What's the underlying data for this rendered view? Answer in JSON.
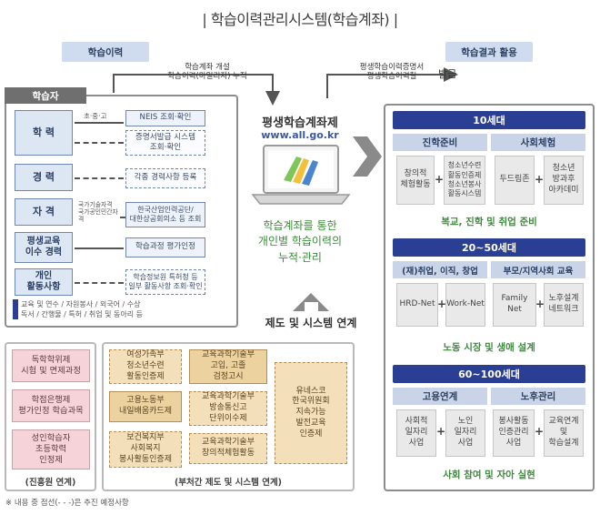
{
  "title": "| 학습이력관리시스템(학습계좌) |",
  "left_header": "학습이력",
  "right_header": "학습결과 활용",
  "top_left_flow": {
    "line1": "학습계좌 개설",
    "line2": "학습이력(마일리지) 누적"
  },
  "top_right_flow": {
    "line1": "평생학습이력증명서",
    "line2": "평생학습이력철",
    "action": "발급"
  },
  "learner_tag": "학습자",
  "categories": [
    "학 력",
    "경 력",
    "자 격",
    "평생교육\n이수 경력",
    "개인\n활동사항"
  ],
  "cat_small_1": "초·중·고",
  "cat_small_3": "국가기술자격\n국가공인민간자격",
  "sources": [
    "NEIS 조회·확인",
    "증명서발급 시스템\n조회·확인",
    "각종 경력사항 등록",
    "한국산업인력공단/\n대한상공회의소 등 조회",
    "학습과정 평가인정",
    "학습정보원 특허청 등\n일부 활동사항 조회·확인"
  ],
  "personal_list": {
    "line1": "교육 및 연수 / 자원봉사 / 외국어 / 수상",
    "line2": "독서 / 간행물 / 특허 / 취업 및 동아리 등"
  },
  "center": {
    "title": "평생학습계좌제",
    "url": "www.all.go.kr",
    "desc1": "학습계좌를 통한",
    "desc2": "개인별 학습이력의",
    "desc3": "누적·관리"
  },
  "system_link": "제도 및 시스템 연계",
  "pink_items": [
    "독학학위제\n시험 및 면제과정",
    "학점은행제\n평가인정 학습과목",
    "성인학습자\n초등학력\n인정제"
  ],
  "pink_caption": "(진흥원 연계)",
  "tan_items": [
    "여성가족부\n청소년수련\n활동인증제",
    "교육과학기술부\n고입, 고졸\n검정고시",
    "고용노동부\n내일배움카드제",
    "교육과학기술부\n방송통신고\n단위이수제",
    "보건복지부\n사회복지\n봉사활동인증제",
    "교육과학기술부\n창의적체험활동",
    "유네스코\n한국위원회\n지속가능\n발전교육\n인증제"
  ],
  "tan_caption": "(부처간 제도 및 시스템 연계)",
  "stages": [
    {
      "title": "10세대",
      "groups": [
        {
          "head": "진학준비",
          "items": [
            "창의적\n체험활동",
            "청소년수련\n활동인증제\n청소년봉사\n활동시스템"
          ]
        },
        {
          "head": "사회체험",
          "items": [
            "두드림존",
            "청소년\n방과후\n아카데미"
          ]
        }
      ],
      "result": "복교, 진학 및 취업 준비"
    },
    {
      "title": "20~50세대",
      "groups": [
        {
          "head": "(재)취업, 이직, 창업",
          "items": [
            "HRD-Net",
            "Work-Net"
          ]
        },
        {
          "head": "부모/지역사회 교육",
          "items": [
            "Family Net",
            "노후설계\n네트워크"
          ]
        }
      ],
      "result": "노동 시장 및 생애 설계"
    },
    {
      "title": "60~100세대",
      "groups": [
        {
          "head": "고용연계",
          "items": [
            "사회적\n일자리\n사업",
            "노인\n일자리\n사업"
          ]
        },
        {
          "head": "노후관리",
          "items": [
            "봉사활동\n인증관리\n사업",
            "교육연계\n및\n학습설계"
          ]
        }
      ],
      "result": "사회 참여 및 자아 실현"
    }
  ],
  "plus": "+",
  "footnote": "※ 내용 중 점선(- - -)은 추진 예정사항",
  "colors": {
    "navy": "#2a3f93",
    "green": "#3b8a3b",
    "pink": "#f6d3d8",
    "tan": "#f3dfb9",
    "lightblue": "#cfdcef"
  }
}
